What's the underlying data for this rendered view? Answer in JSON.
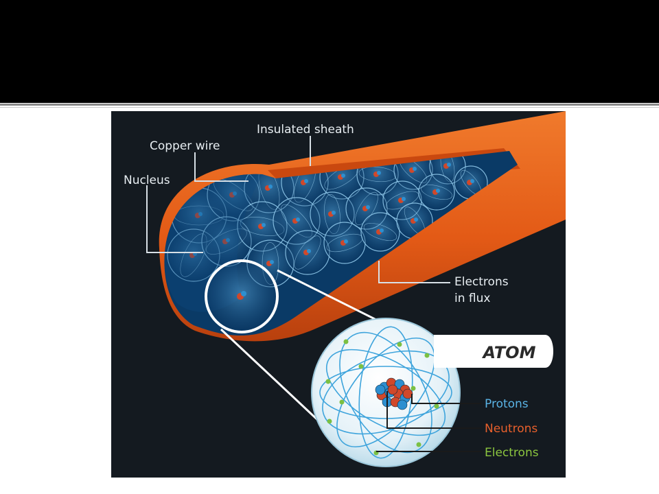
{
  "diagram": {
    "labels": {
      "insulated_sheath": "Insulated sheath",
      "copper_wire": "Copper wire",
      "nucleus": "Nucleus",
      "electrons_in_flux_1": "Electrons",
      "electrons_in_flux_2": "in flux",
      "atom": "ATOM",
      "protons": "Protons",
      "neutrons": "Neutrons",
      "electrons": "Electrons"
    },
    "colors": {
      "background": "#141a20",
      "sheath": "#e8601c",
      "sheath_dark": "#a9380c",
      "copper_fill": "#0a3a66",
      "atom_shell": "#7fc2e8",
      "proton": "#2d8fd0",
      "neutron": "#d0482a",
      "electron": "#7bc043",
      "label_white": "#e8eef2",
      "label_protons": "#5ab4e6",
      "label_neutrons": "#e8602c",
      "label_electrons": "#8cc63f"
    }
  }
}
